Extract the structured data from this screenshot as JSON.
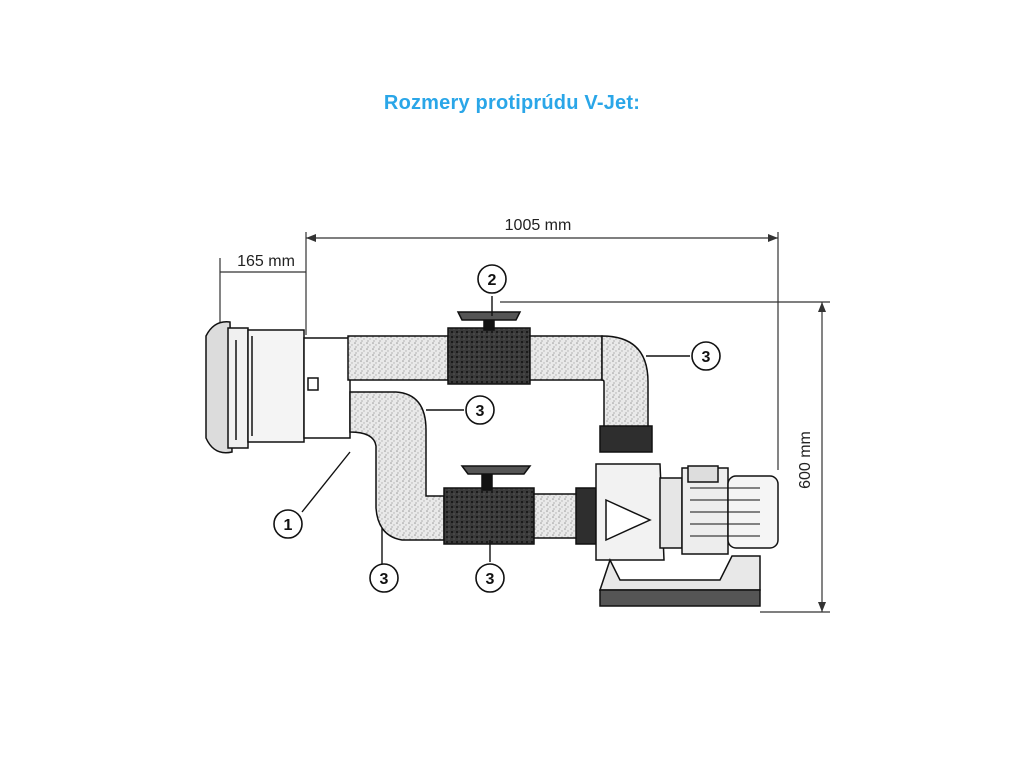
{
  "title": "Rozmery protiprúdu V-Jet:",
  "dimensions": {
    "width_total": "1005 mm",
    "nozzle_depth": "165 mm",
    "height": "600 mm"
  },
  "callouts": {
    "c1": "1",
    "c2": "2",
    "c3a": "3",
    "c3b": "3",
    "c3c": "3",
    "c3d": "3"
  },
  "colors": {
    "title": "#2aa6e8",
    "line": "#111111"
  }
}
